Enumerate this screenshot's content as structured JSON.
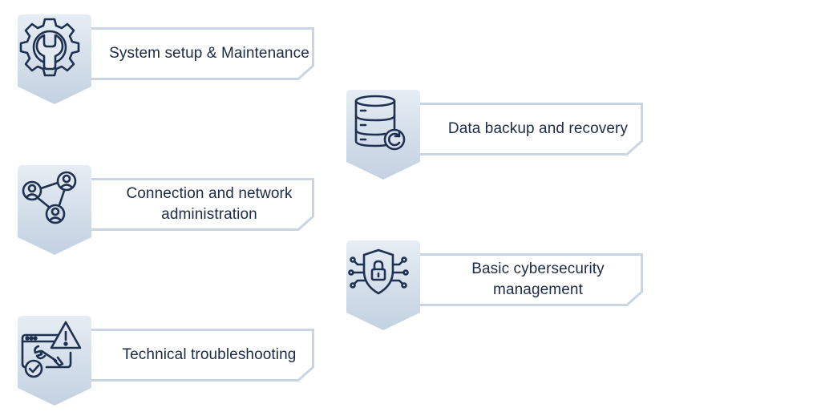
{
  "items": [
    {
      "label": "System setup & Maintenance",
      "icon": "gear-wrench-icon"
    },
    {
      "label": "Data backup and recovery",
      "icon": "database-backup-icon"
    },
    {
      "label": "Connection and network administration",
      "icon": "network-users-icon"
    },
    {
      "label": "Basic cybersecurity management",
      "icon": "shield-lock-icon"
    },
    {
      "label": "Technical troubleshooting",
      "icon": "troubleshooting-icon"
    }
  ],
  "colors": {
    "badge_light": "#dde6f0",
    "badge_dark": "#bccbdd",
    "outline": "#c9d5e3",
    "text": "#1c2b46",
    "icon_stroke": "#1f3050"
  }
}
